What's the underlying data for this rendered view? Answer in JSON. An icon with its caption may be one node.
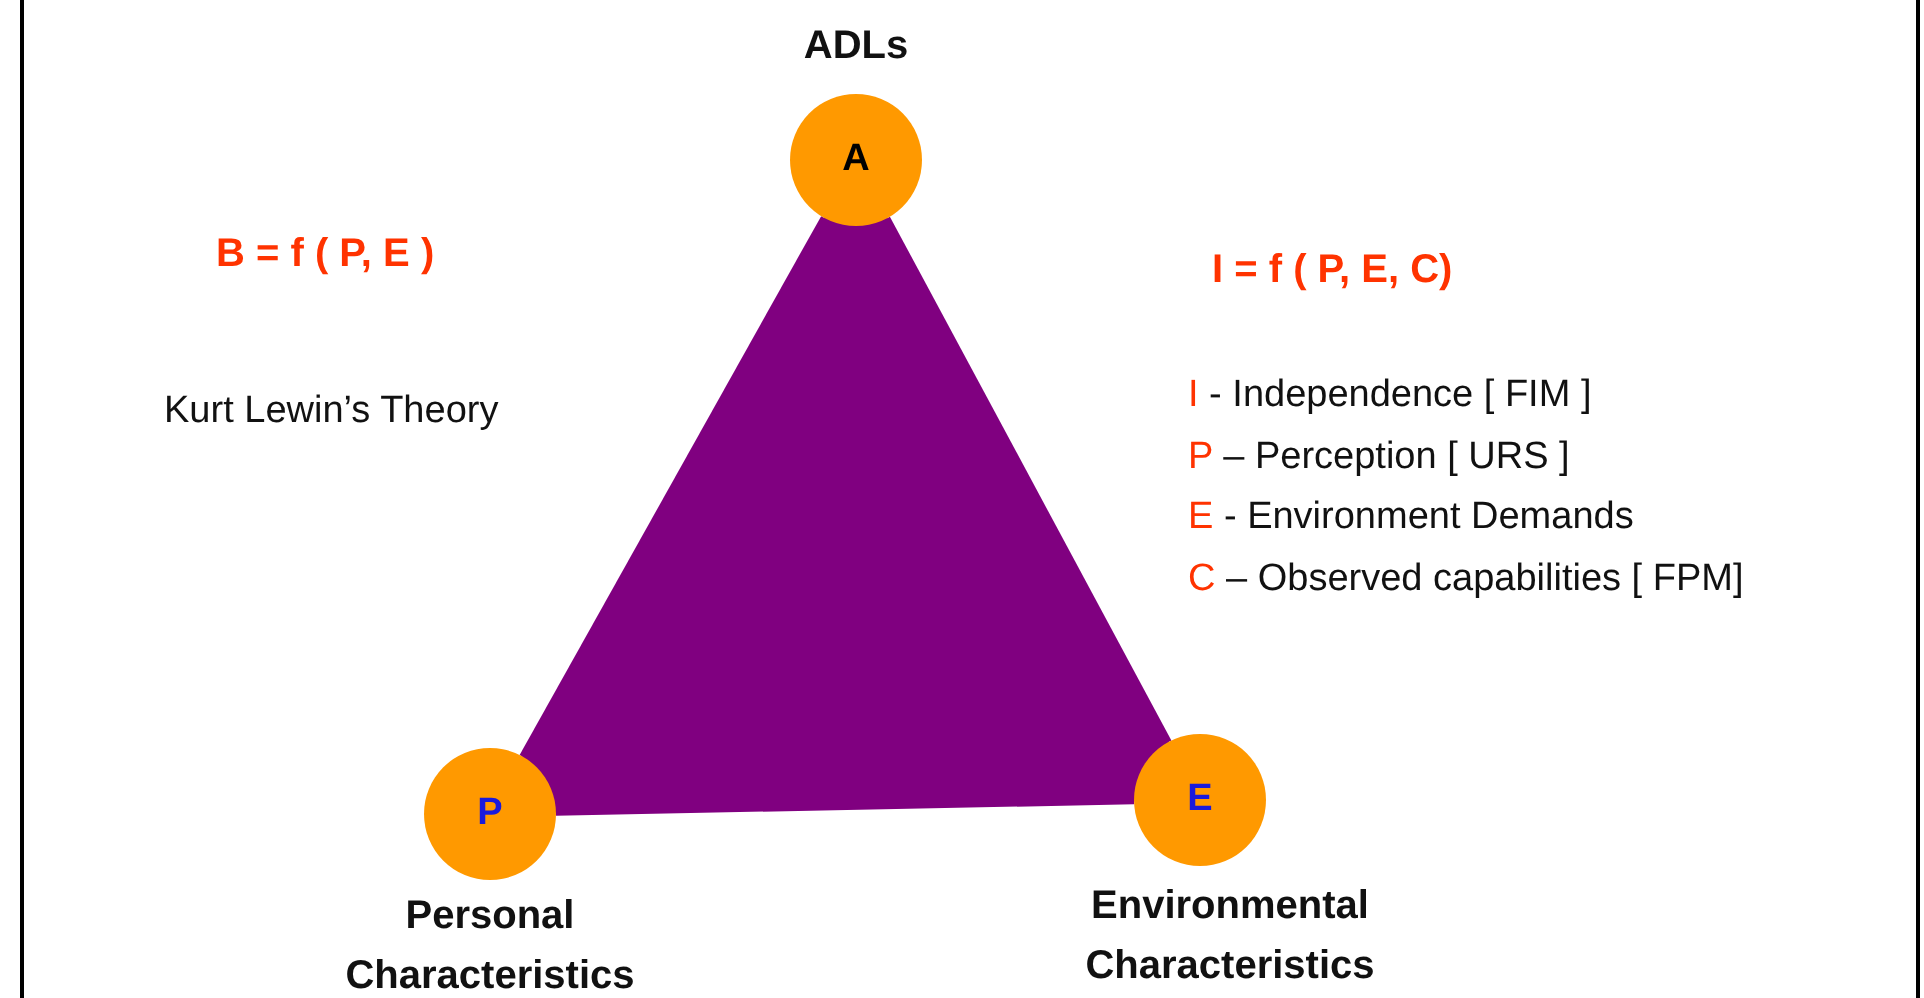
{
  "diagram": {
    "nodes": [
      {
        "text": [
          "A"
        ],
        "beside": [
          "ADLs"
        ]
      },
      {
        "text": [
          "P"
        ],
        "beside": [
          "Personal Characteristics"
        ]
      },
      {
        "text": [
          "E"
        ],
        "beside": [
          "Environmental Characteristics"
        ]
      }
    ],
    "edges": [
      {
        "from": 0,
        "to": 1,
        "arrow": "none"
      },
      {
        "from": 1,
        "to": 2,
        "arrow": "none"
      },
      {
        "from": 2,
        "to": 0,
        "arrow": "none"
      }
    ],
    "labels": [
      "B = f ( P, E )",
      "I  = f (  P, E, C)",
      "Kurt Lewin’s Theory",
      "I - Independence [ FIM ]",
      "P – Perception [ URS ]",
      "E -  Environment Demands",
      "C – Observed capabilities [ FPM]"
    ]
  }
}
